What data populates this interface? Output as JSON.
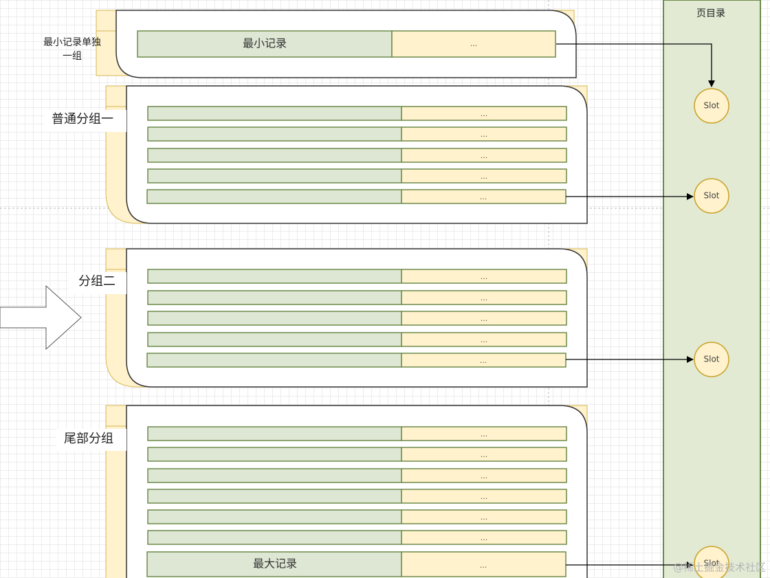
{
  "page_directory": {
    "title": "页目录",
    "slot_label": "Slot"
  },
  "groups": [
    {
      "label_line1": "最小记录单独",
      "label_line2": "一组",
      "rows": [
        {
          "left": "最小记录",
          "right": "..."
        }
      ]
    },
    {
      "label": "普通分组一",
      "rows": [
        {
          "left": "",
          "right": "..."
        },
        {
          "left": "",
          "right": "..."
        },
        {
          "left": "",
          "right": "..."
        },
        {
          "left": "",
          "right": "..."
        },
        {
          "left": "",
          "right": "..."
        }
      ]
    },
    {
      "label": "分组二",
      "rows": [
        {
          "left": "",
          "right": "..."
        },
        {
          "left": "",
          "right": "..."
        },
        {
          "left": "",
          "right": "..."
        },
        {
          "left": "",
          "right": "..."
        },
        {
          "left": "",
          "right": "..."
        }
      ]
    },
    {
      "label": "尾部分组",
      "rows": [
        {
          "left": "",
          "right": "..."
        },
        {
          "left": "",
          "right": "..."
        },
        {
          "left": "",
          "right": "..."
        },
        {
          "left": "",
          "right": "..."
        },
        {
          "left": "",
          "right": "..."
        },
        {
          "left": "",
          "right": "..."
        },
        {
          "left": "最大记录",
          "right": "..."
        }
      ]
    }
  ],
  "watermark": "@稀土掘金技术社区",
  "colors": {
    "record_left": "#dde7d3",
    "record_right": "#fff2cc",
    "record_border": "#6d8a4a",
    "tab_fill": "#fff2cc",
    "tab_stroke": "#d6b656",
    "page_directory_fill": "#e2ead4",
    "page_directory_stroke": "#6b8a4a",
    "slot_fill": "#fff2cc",
    "slot_stroke": "#c9a227"
  }
}
